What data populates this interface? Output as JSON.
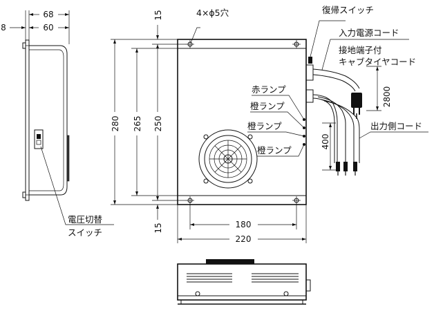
{
  "dimensions": {
    "side_total_width": "68",
    "side_flange": "8",
    "side_body_width": "60",
    "top_margin": "15",
    "bottom_margin": "15",
    "overall_height": "280",
    "height_265": "265",
    "hole_pitch_vertical": "250",
    "hole_pitch_horizontal": "180",
    "overall_width": "220",
    "cord_length_input": "2800",
    "cord_length_output": "400"
  },
  "labels": {
    "mounting_holes": "4×ϕ5穴",
    "reset_switch": "復帰スイッチ",
    "input_power_cord": "入力電源コード",
    "ground_terminal_line1": "接地端子付",
    "ground_terminal_line2": "キャブタイヤコード",
    "lamp_red": "赤ランプ",
    "lamp_orange_1": "橙ランプ",
    "lamp_orange_2": "橙ランプ",
    "lamp_orange_3": "橙ランプ",
    "output_cord": "出力側コード",
    "voltage_switch_line1": "電圧切替",
    "voltage_switch_line2": "スイッチ"
  }
}
